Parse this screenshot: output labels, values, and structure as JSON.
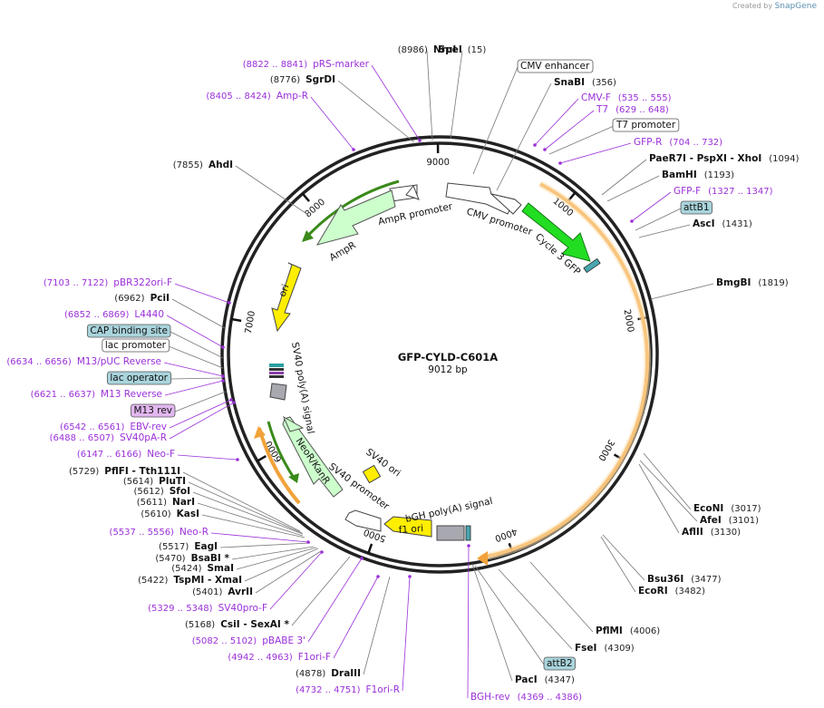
{
  "credit": {
    "prefix": "Created by",
    "brand": "SnapGene"
  },
  "plasmid": {
    "name": "GFP-CYLD-C601A",
    "size_label": "9012 bp",
    "length": 9012
  },
  "ticks": [
    "1000",
    "2000",
    "3000",
    "4000",
    "5000",
    "6000",
    "7000",
    "8000",
    "9000"
  ],
  "colors": {
    "primer": "#9b30d9",
    "cds_orange": "#f2a23a",
    "gfp": "#22dd22",
    "ori": "#ffee00",
    "amp": "#ccffcc",
    "tag": "#a9d4dc"
  },
  "labels": [
    {
      "kind": "site",
      "name": "NruI",
      "pos": "(8986)"
    },
    {
      "kind": "site",
      "name": "SpeI",
      "pos": "(15)"
    },
    {
      "kind": "feature",
      "name": "CMV enhancer",
      "pos": ""
    },
    {
      "kind": "site",
      "name": "SnaBI",
      "pos": "(356)"
    },
    {
      "kind": "primer",
      "name": "CMV-F",
      "pos": "(535 .. 555)"
    },
    {
      "kind": "primer",
      "name": "T7",
      "pos": "(629 .. 648)"
    },
    {
      "kind": "feature",
      "name": "T7 promoter",
      "pos": ""
    },
    {
      "kind": "primer",
      "name": "GFP-R",
      "pos": "(704 .. 732)"
    },
    {
      "kind": "site",
      "name": "PaeR7I - PspXI - XhoI",
      "pos": "(1094)"
    },
    {
      "kind": "site",
      "name": "BamHI",
      "pos": "(1193)"
    },
    {
      "kind": "primer",
      "name": "GFP-F",
      "pos": "(1327 .. 1347)"
    },
    {
      "kind": "tag",
      "name": "attB1",
      "pos": ""
    },
    {
      "kind": "site",
      "name": "AscI",
      "pos": "(1431)"
    },
    {
      "kind": "site",
      "name": "BmgBI",
      "pos": "(1819)"
    },
    {
      "kind": "site",
      "name": "EcoNI",
      "pos": "(3017)"
    },
    {
      "kind": "site",
      "name": "AfeI",
      "pos": "(3101)"
    },
    {
      "kind": "site",
      "name": "AflII",
      "pos": "(3130)"
    },
    {
      "kind": "site",
      "name": "Bsu36I",
      "pos": "(3477)"
    },
    {
      "kind": "site",
      "name": "EcoRI",
      "pos": "(3482)"
    },
    {
      "kind": "site",
      "name": "PflMI",
      "pos": "(4006)"
    },
    {
      "kind": "site",
      "name": "FseI",
      "pos": "(4309)"
    },
    {
      "kind": "tag",
      "name": "attB2",
      "pos": ""
    },
    {
      "kind": "site",
      "name": "PacI",
      "pos": "(4347)"
    },
    {
      "kind": "primer",
      "name": "BGH-rev",
      "pos": "(4369 .. 4386)"
    },
    {
      "kind": "primer",
      "name": "F1ori-R",
      "pos": "(4732 .. 4751)"
    },
    {
      "kind": "site",
      "name": "DraIII",
      "pos": "(4878)"
    },
    {
      "kind": "primer",
      "name": "F1ori-F",
      "pos": "(4942 .. 4963)"
    },
    {
      "kind": "primer",
      "name": "pBABE 3'",
      "pos": "(5082 .. 5102)"
    },
    {
      "kind": "site",
      "name": "CsiI - SexAI *",
      "pos": "(5168)"
    },
    {
      "kind": "primer",
      "name": "SV40pro-F",
      "pos": "(5329 .. 5348)"
    },
    {
      "kind": "site",
      "name": "AvrII",
      "pos": "(5401)"
    },
    {
      "kind": "site",
      "name": "TspMI - XmaI",
      "pos": "(5422)"
    },
    {
      "kind": "site",
      "name": "SmaI",
      "pos": "(5424)"
    },
    {
      "kind": "site",
      "name": "BsaBI *",
      "pos": "(5470)"
    },
    {
      "kind": "site",
      "name": "EagI",
      "pos": "(5517)"
    },
    {
      "kind": "primer",
      "name": "Neo-R",
      "pos": "(5537 .. 5556)"
    },
    {
      "kind": "site",
      "name": "KasI",
      "pos": "(5610)"
    },
    {
      "kind": "site",
      "name": "NarI",
      "pos": "(5611)"
    },
    {
      "kind": "site",
      "name": "SfoI",
      "pos": "(5612)"
    },
    {
      "kind": "site",
      "name": "PluTI",
      "pos": "(5614)"
    },
    {
      "kind": "site",
      "name": "PflFI - Tth111I",
      "pos": "(5729)"
    },
    {
      "kind": "primer",
      "name": "Neo-F",
      "pos": "(6147 .. 6166)"
    },
    {
      "kind": "primer",
      "name": "SV40pA-R",
      "pos": "(6488 .. 6507)"
    },
    {
      "kind": "primer",
      "name": "EBV-rev",
      "pos": "(6542 .. 6561)"
    },
    {
      "kind": "tagp",
      "name": "M13 rev",
      "pos": ""
    },
    {
      "kind": "primer",
      "name": "M13 Reverse",
      "pos": "(6621 .. 6637)"
    },
    {
      "kind": "tag",
      "name": "lac operator",
      "pos": ""
    },
    {
      "kind": "primer",
      "name": "M13/pUC Reverse",
      "pos": "(6634 .. 6656)"
    },
    {
      "kind": "feature",
      "name": "lac promoter",
      "pos": ""
    },
    {
      "kind": "tag",
      "name": "CAP binding site",
      "pos": ""
    },
    {
      "kind": "primer",
      "name": "L4440",
      "pos": "(6852 .. 6869)"
    },
    {
      "kind": "site",
      "name": "PciI",
      "pos": "(6962)"
    },
    {
      "kind": "primer",
      "name": "pBR322ori-F",
      "pos": "(7103 .. 7122)"
    },
    {
      "kind": "site",
      "name": "AhdI",
      "pos": "(7855)"
    },
    {
      "kind": "primer",
      "name": "Amp-R",
      "pos": "(8405 .. 8424)"
    },
    {
      "kind": "site",
      "name": "SgrDI",
      "pos": "(8776)"
    },
    {
      "kind": "primer",
      "name": "pRS-marker",
      "pos": "(8822 .. 8841)"
    }
  ],
  "features": {
    "cmv_promoter": "CMV promoter",
    "cycle3_gfp": "Cycle 3 GFP",
    "ampr_promoter": "AmpR promoter",
    "ampr": "AmpR",
    "ori": "ori",
    "sv40_polya": "SV40 poly(A) signal",
    "neor": "NeoR/KanR",
    "sv40_promoter": "SV40 promoter",
    "sv40_ori": "SV40 ori",
    "f1_ori": "f1 ori",
    "bgh_polya": "bGH poly(A) signal"
  }
}
